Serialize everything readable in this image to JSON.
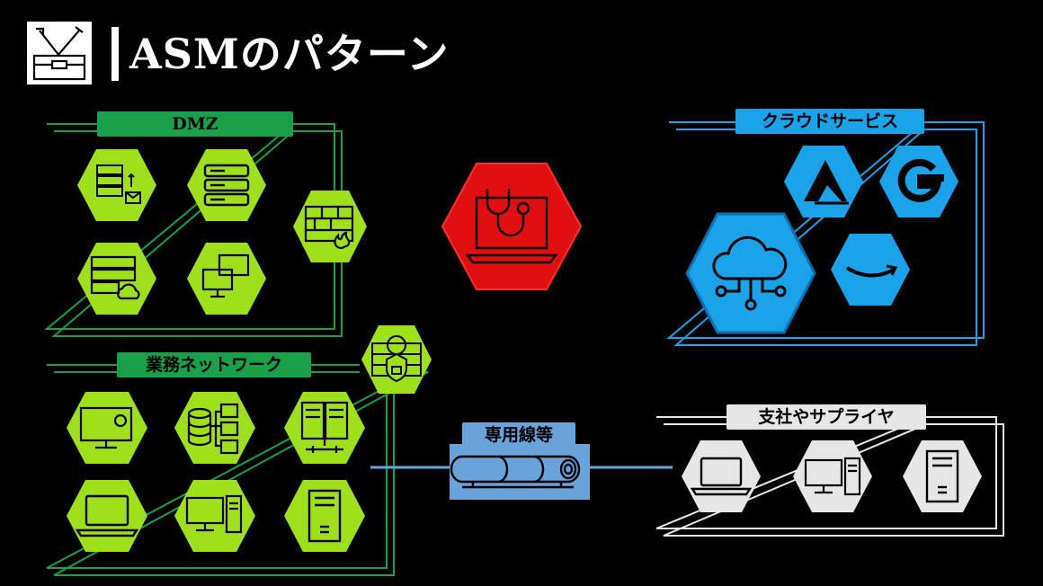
{
  "title": "ASMのパターン",
  "zones": {
    "dmz": "DMZ",
    "business_network": "業務ネットワーク",
    "cloud_services": "クラウドサービス",
    "branch_suppliers": "支社やサプライヤ",
    "dedicated_line": "専用線等"
  },
  "icons": {
    "title": "toolbox-icon",
    "dmz": [
      "mail-server-icon",
      "server-rack-icon",
      "cloud-storage-server-icon",
      "remote-desktop-icon",
      "firewall-icon"
    ],
    "center": "laptop-stethoscope-icon",
    "vpn": "vpn-shield-icon",
    "business": [
      "desktop-settings-icon",
      "database-files-icon",
      "server-network-icon",
      "laptop-icon",
      "desktop-pc-icon",
      "tower-pc-icon"
    ],
    "cloud": [
      "azure-icon",
      "google-cloud-icon",
      "cloud-network-icon",
      "amazon-icon"
    ],
    "line": "pipe-icon",
    "branch": [
      "laptop-icon",
      "desktop-pc-icon",
      "tower-pc-icon"
    ]
  },
  "colors": {
    "lime": "#9ee01a",
    "green": "#18a04a",
    "red": "#e01010",
    "blue": "#1aa3e8",
    "gray": "#e6e6e6",
    "line_blue": "#6aa3da"
  }
}
